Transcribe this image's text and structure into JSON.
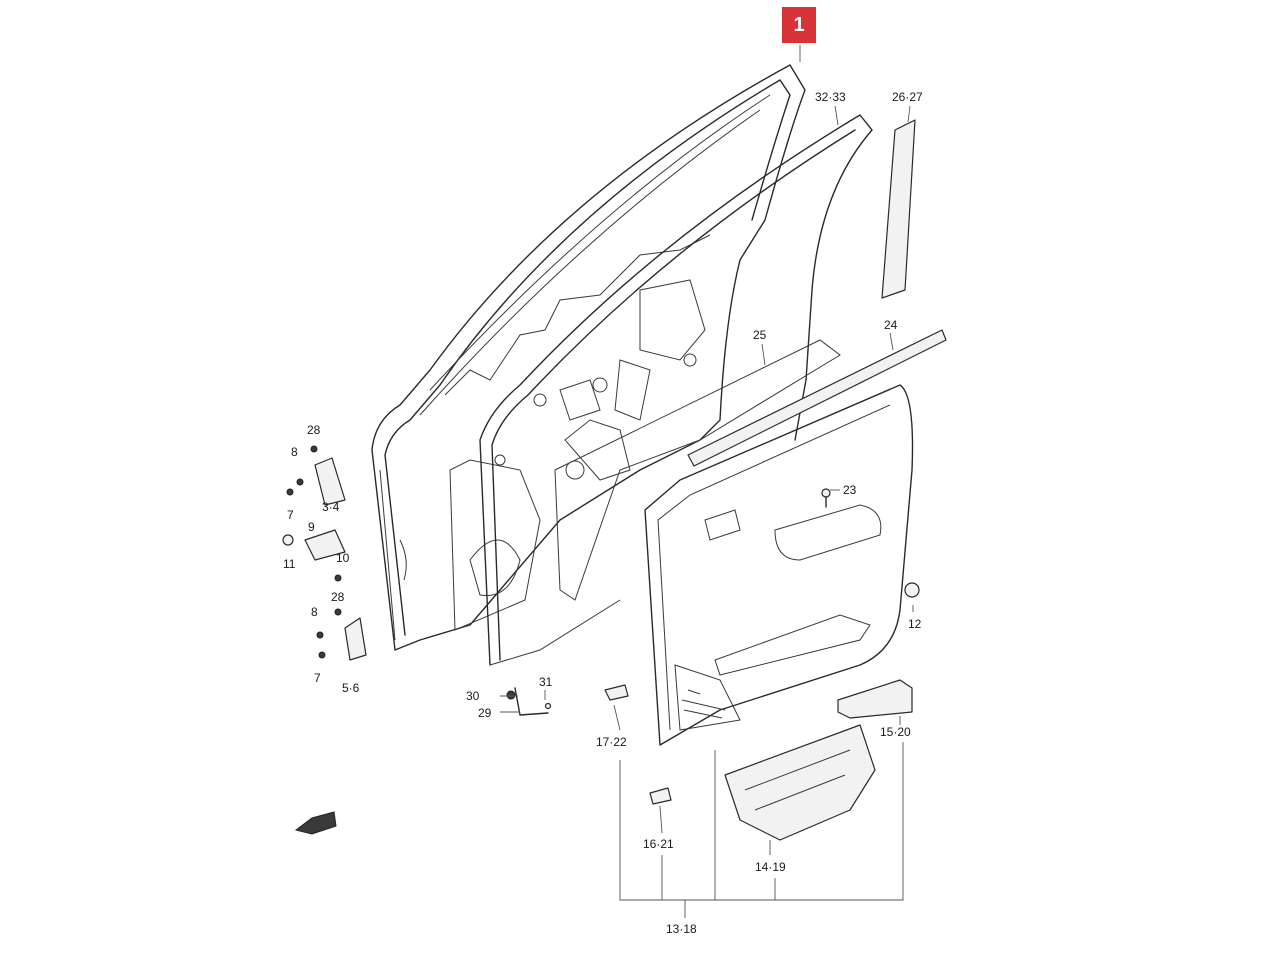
{
  "highlight": {
    "label": "1",
    "color": "#d9333a"
  },
  "callouts": [
    {
      "id": "c32-33",
      "text": "32·33"
    },
    {
      "id": "c26-27",
      "text": "26·27"
    },
    {
      "id": "c25",
      "text": "25"
    },
    {
      "id": "c24",
      "text": "24"
    },
    {
      "id": "c23",
      "text": "23"
    },
    {
      "id": "c12",
      "text": "12"
    },
    {
      "id": "c28a",
      "text": "28"
    },
    {
      "id": "c8a",
      "text": "8"
    },
    {
      "id": "c3-4",
      "text": "3·4"
    },
    {
      "id": "c7a",
      "text": "7"
    },
    {
      "id": "c9",
      "text": "9"
    },
    {
      "id": "c11",
      "text": "11"
    },
    {
      "id": "c10",
      "text": "10"
    },
    {
      "id": "c8b",
      "text": "8"
    },
    {
      "id": "c28b",
      "text": "28"
    },
    {
      "id": "c7b",
      "text": "7"
    },
    {
      "id": "c5-6",
      "text": "5·6"
    },
    {
      "id": "c30",
      "text": "30"
    },
    {
      "id": "c31",
      "text": "31"
    },
    {
      "id": "c29",
      "text": "29"
    },
    {
      "id": "c17-22",
      "text": "17·22"
    },
    {
      "id": "c15-20",
      "text": "15·20"
    },
    {
      "id": "c16-21",
      "text": "16·21"
    },
    {
      "id": "c14-19",
      "text": "14·19"
    },
    {
      "id": "c13-18",
      "text": "13·18"
    }
  ]
}
